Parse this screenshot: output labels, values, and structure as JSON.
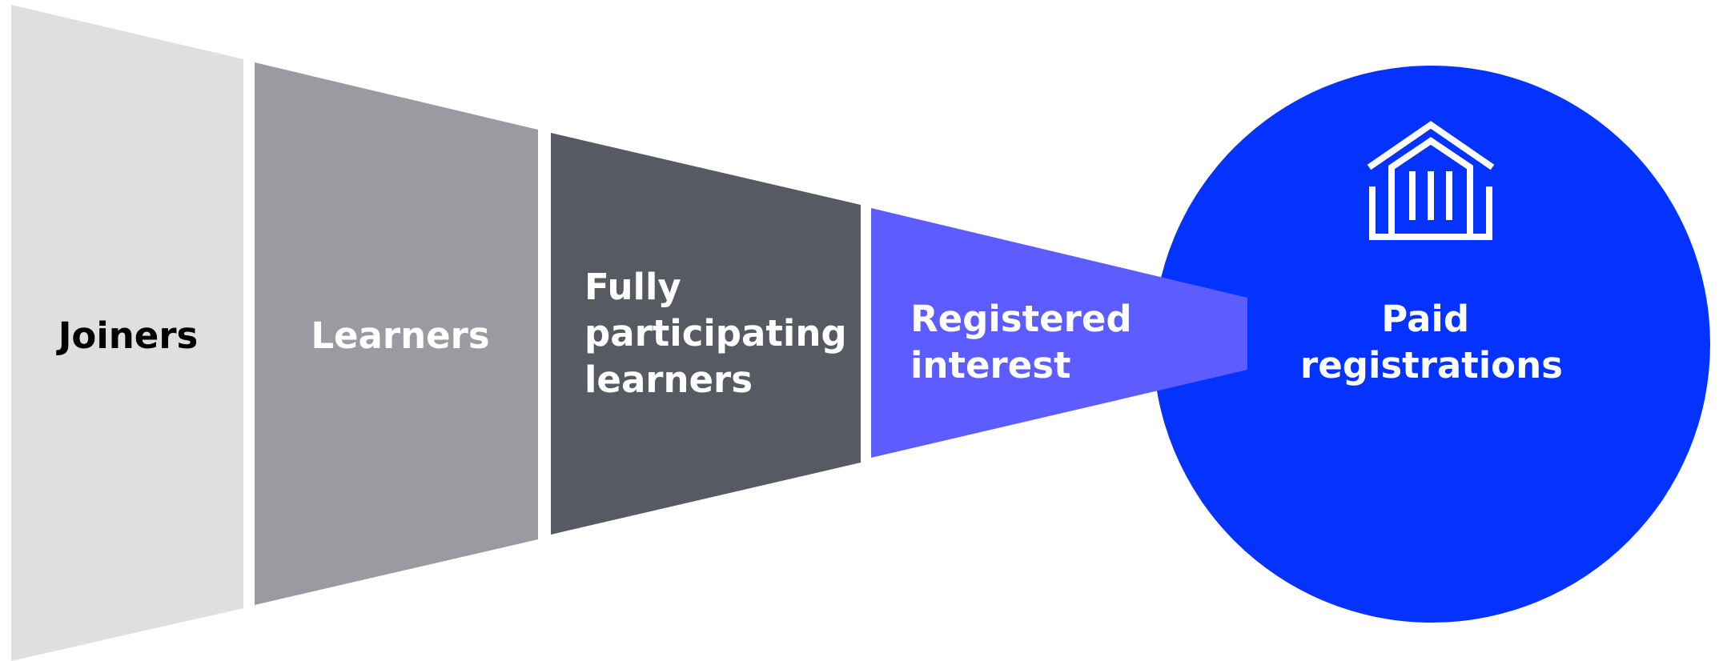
{
  "stages": [
    {
      "label_lines": [
        "Joiners"
      ],
      "fill": "#dfdfe1",
      "text_color": "#000000"
    },
    {
      "label_lines": [
        "Learners"
      ],
      "fill": "#9a9ba0",
      "text_color": "#ffffff"
    },
    {
      "label_lines": [
        "Fully",
        "participating",
        "learners"
      ],
      "fill": "#575a62",
      "text_color": "#ffffff"
    },
    {
      "label_lines": [
        "Registered",
        "interest"
      ],
      "fill": "#5c5cff",
      "text_color": "#ffffff"
    }
  ],
  "final_stage": {
    "label_lines": [
      "Paid",
      "registrations"
    ],
    "fill": "#0433ff",
    "text_color": "#ffffff",
    "icon": "institution-building-icon"
  }
}
